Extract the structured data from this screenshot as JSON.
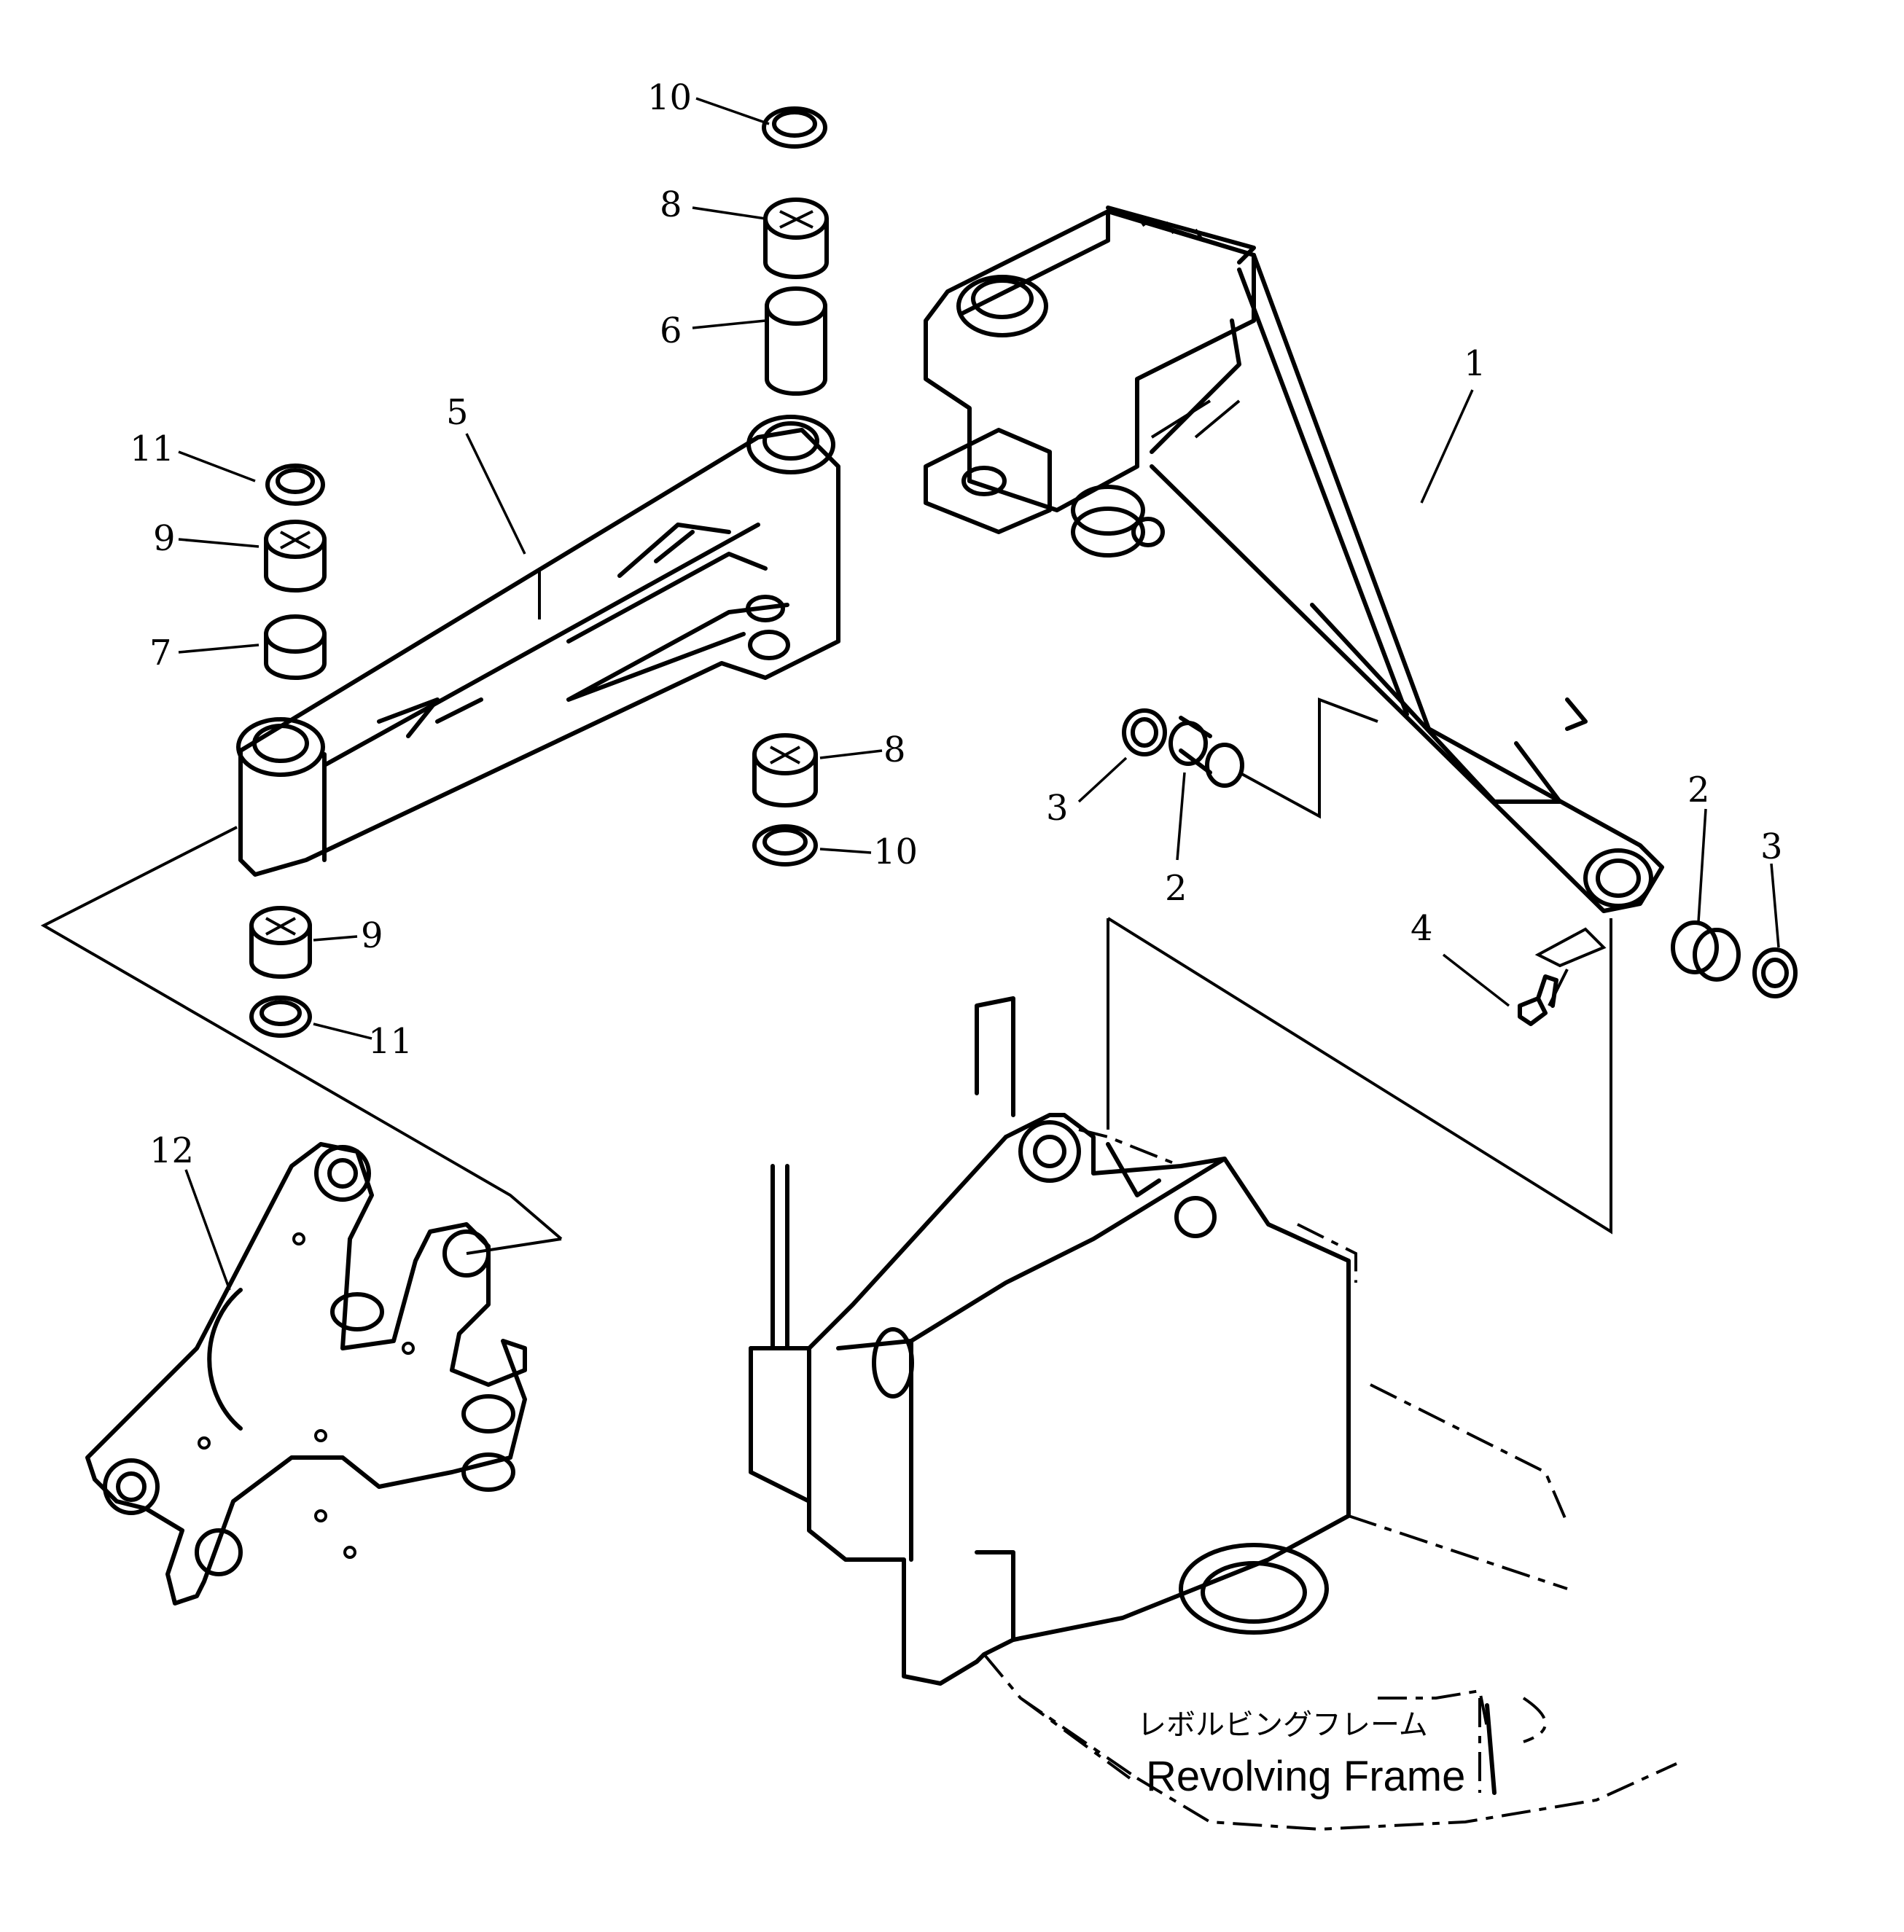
{
  "callouts": {
    "c10a": "10",
    "c8a": "8",
    "c6": "6",
    "c5": "5",
    "c11a": "11",
    "c9a": "9",
    "c7": "7",
    "c1": "1",
    "c8b": "8",
    "c10b": "10",
    "c9b": "9",
    "c11b": "11",
    "c3a": "3",
    "c2a": "2",
    "c2b": "2",
    "c3b": "3",
    "c4": "4",
    "c12": "12"
  },
  "frame_label": {
    "japanese": "レボルビングフレーム",
    "english": "Revolving Frame"
  }
}
